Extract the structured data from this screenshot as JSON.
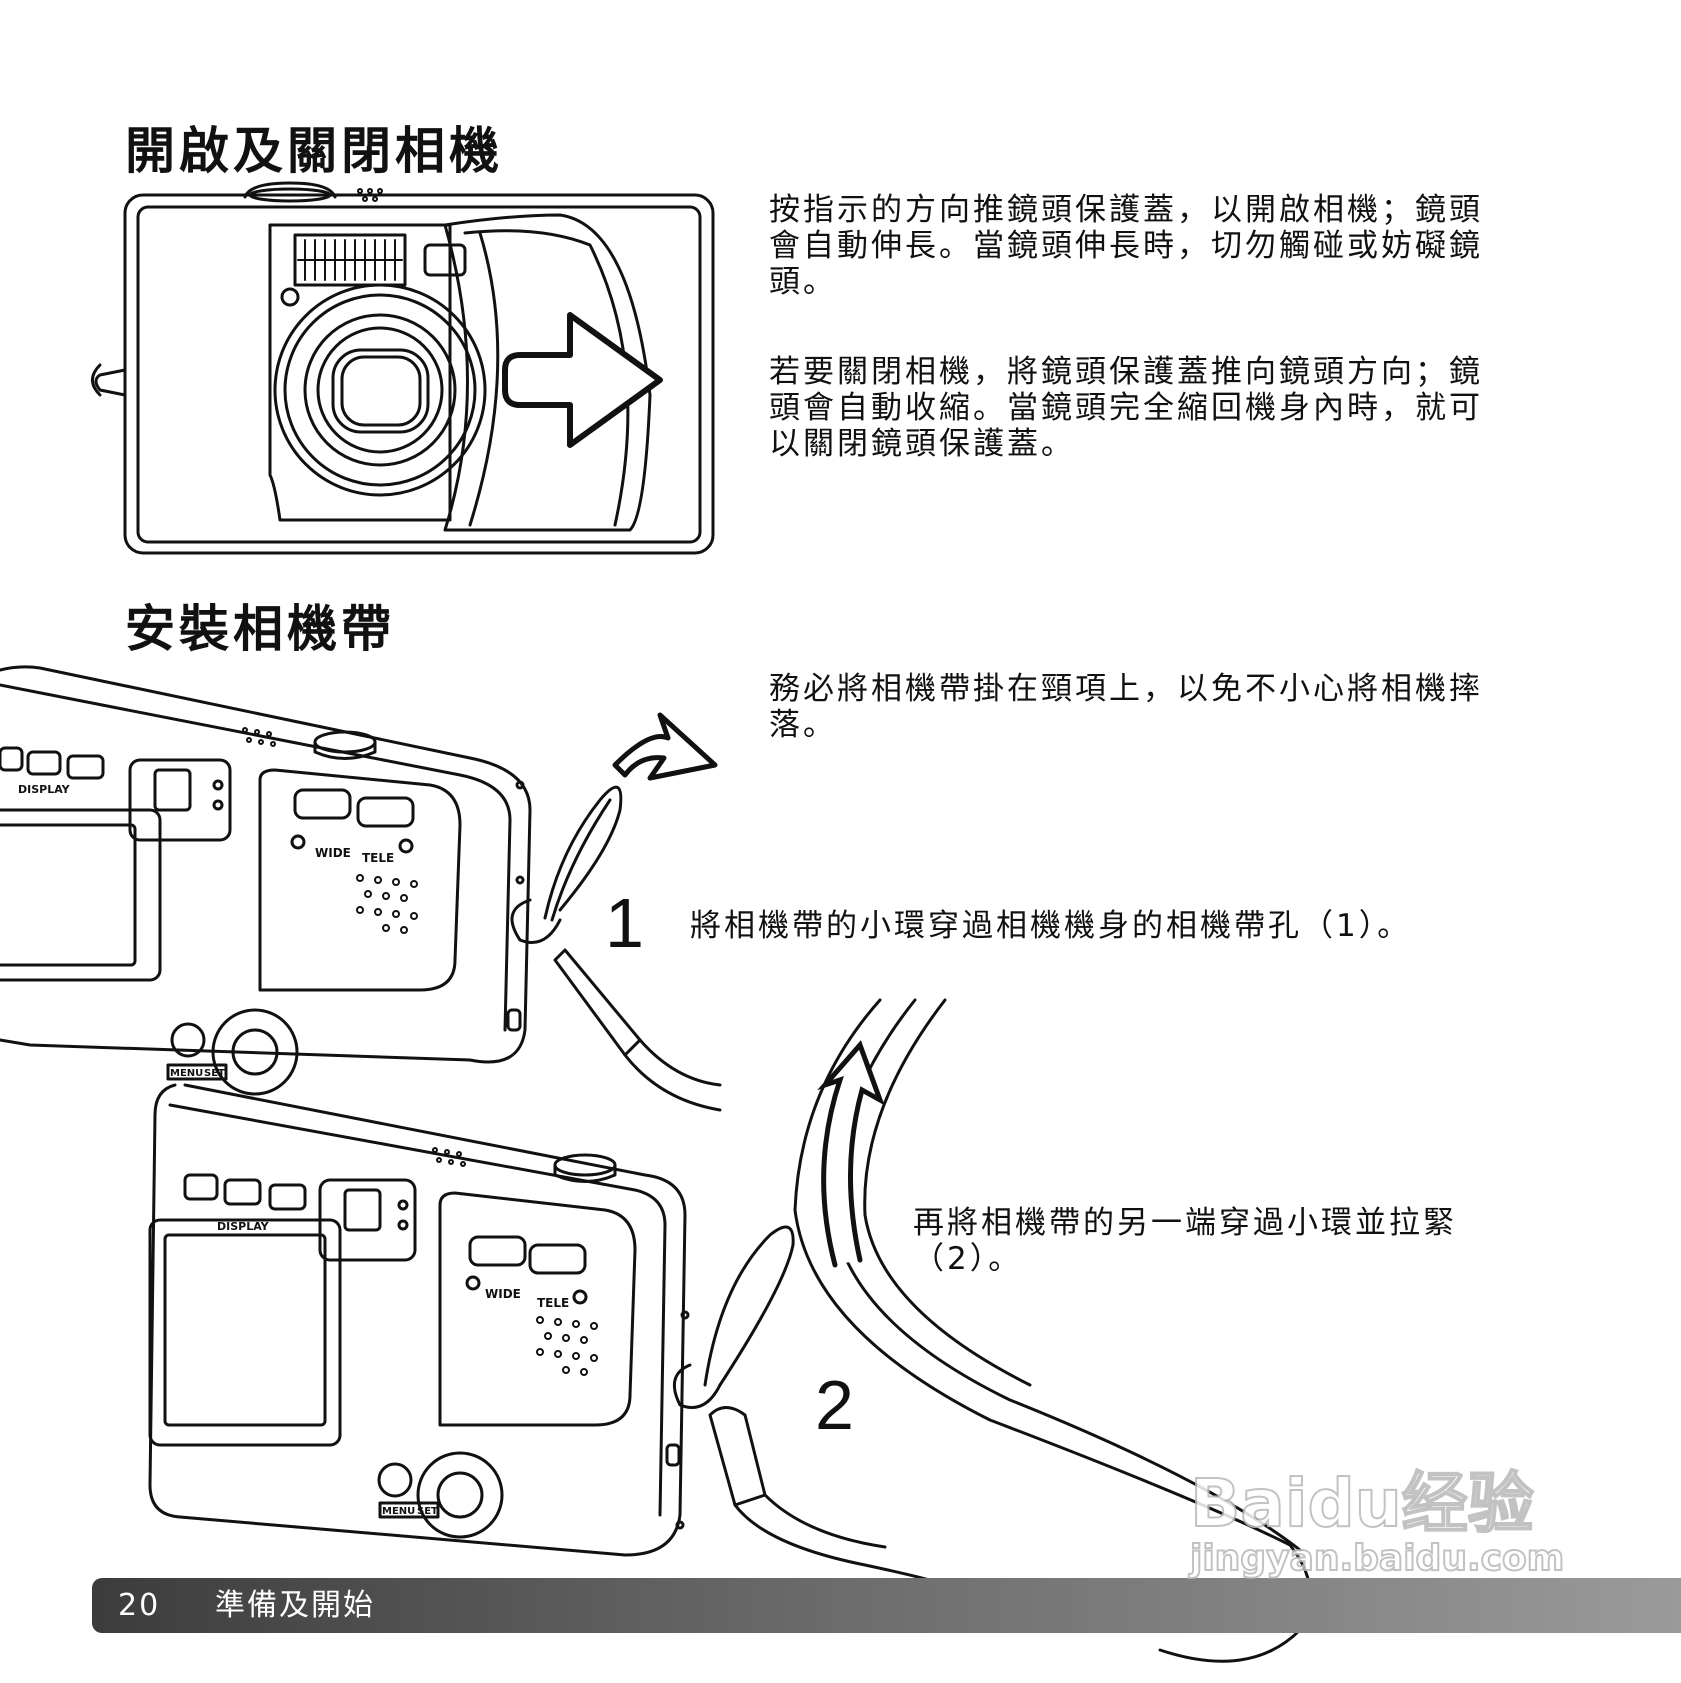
{
  "section1": {
    "heading": "開啟及關閉相機",
    "para1": "按指示的方向推鏡頭保護蓋，以開啟相機；鏡頭\n會自動伸長。當鏡頭伸長時，切勿觸碰或妨礙鏡\n頭。",
    "para2": "若要關閉相機，將鏡頭保護蓋推向鏡頭方向；鏡\n頭會自動收縮。當鏡頭完全縮回機身內時，就可\n以關閉鏡頭保護蓋。"
  },
  "section2": {
    "heading": "安裝相機帶",
    "intro": "務必將相機帶掛在頸項上，以免不小心將相機摔\n落。",
    "step1": {
      "number": "1",
      "text": "將相機帶的小環穿過相機機身的相機帶孔（1）。"
    },
    "step2": {
      "number": "2",
      "text": "再將相機帶的另一端穿過小環並拉緊\n（2）。"
    }
  },
  "camera_labels": {
    "display": "DISPLAY",
    "wide": "WIDE",
    "tele": "TELE",
    "menu": "MENU",
    "set": "SET"
  },
  "footer": {
    "page_number": "20",
    "section_title": "準備及開始"
  },
  "watermark": {
    "logo": "Baidu经验",
    "url": "jingyan.baidu.com"
  }
}
